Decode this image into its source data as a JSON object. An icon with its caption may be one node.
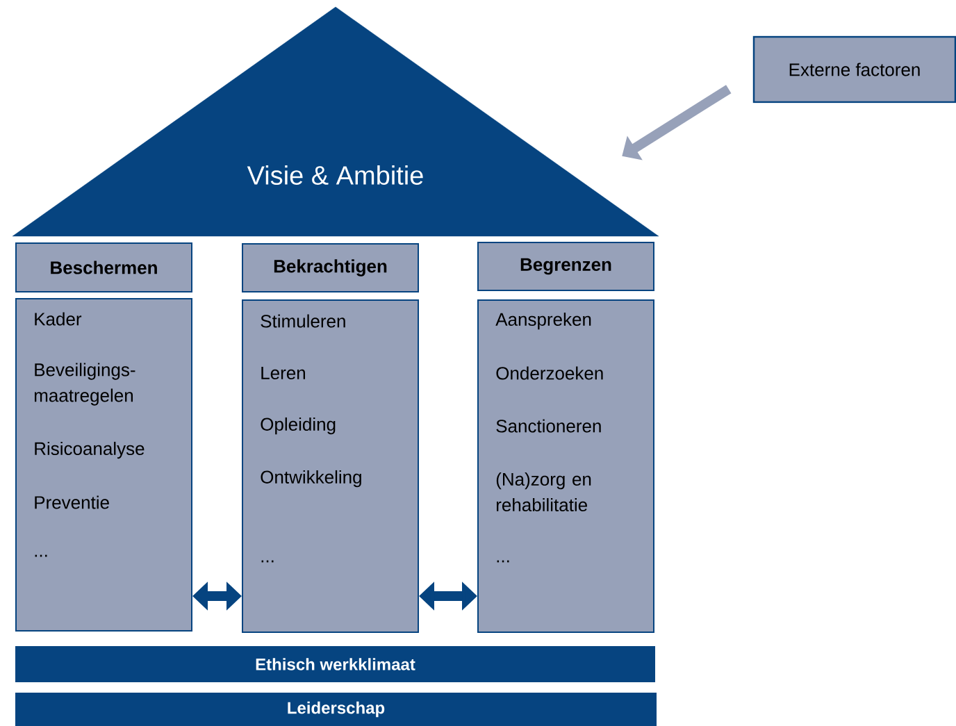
{
  "diagram": {
    "nodes": [
      {
        "text": [
          "Visie & Ambitie"
        ]
      },
      {
        "text": [
          "Externe factoren"
        ]
      },
      {
        "text": [
          "Beschermen"
        ]
      },
      {
        "text": [
          "Bekrachtigen"
        ]
      },
      {
        "text": [
          "Begrenzen"
        ]
      },
      {
        "text": [
          "Kader",
          "Beveiligings- maatregelen",
          "Risicoanalyse",
          "Preventie",
          "..."
        ]
      },
      {
        "text": [
          "Stimuleren",
          "Leren",
          "Opleiding",
          "Ontwikkeling",
          "..."
        ]
      },
      {
        "text": [
          "Aanspreken",
          "Onderzoeken",
          "Sanctioneren",
          "(Na)zorg en rehabilitatie",
          "..."
        ]
      },
      {
        "text": [
          "Ethisch werkklimaat"
        ]
      },
      {
        "text": [
          "Leiderschap"
        ]
      }
    ],
    "edges": [
      {
        "from": 1,
        "to": 0,
        "arrow": "to",
        "color": "#97a1b9"
      },
      {
        "from": 5,
        "to": 6,
        "arrow": "both"
      },
      {
        "from": 6,
        "to": 7,
        "arrow": "both"
      }
    ]
  }
}
